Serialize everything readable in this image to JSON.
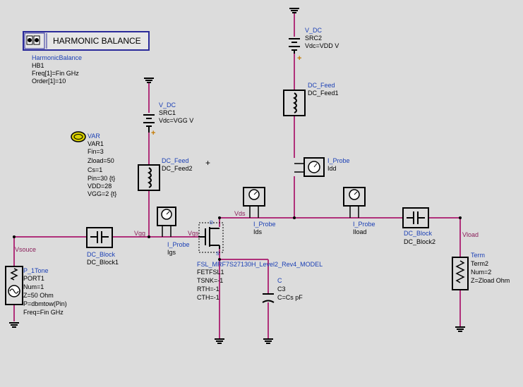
{
  "colors": {
    "background": "#dcdcdc",
    "wire": "#b0307a",
    "component": "#000000",
    "annotation": "#1a3fb5",
    "net_label": "#8a1f5a",
    "plus": "#c47a00"
  },
  "hb_panel": {
    "title": "HARMONIC BALANCE",
    "type_label": "HarmonicBalance",
    "instance": "HB1",
    "params": [
      "Freq[1]=Fin GHz",
      "Order[1]=10"
    ]
  },
  "var_block": {
    "type_label": "VAR",
    "instance": "VAR1",
    "params": [
      "Fin=3",
      "Zload=50",
      "Cs=1",
      "Pin=30 {t}",
      "VDD=28",
      "VGG=2 {t}"
    ]
  },
  "src2": {
    "type_label": "V_DC",
    "instance": "SRC2",
    "value": "Vdc=VDD V"
  },
  "src1": {
    "type_label": "V_DC",
    "instance": "SRC1",
    "value": "Vdc=VGG V"
  },
  "feed1": {
    "type_label": "DC_Feed",
    "instance": "DC_Feed1"
  },
  "feed2": {
    "type_label": "DC_Feed",
    "instance": "DC_Feed2"
  },
  "probe_idd": {
    "type_label": "I_Probe",
    "instance": "Idd"
  },
  "probe_ids": {
    "type_label": "I_Probe",
    "instance": "Ids"
  },
  "probe_iload": {
    "type_label": "I_Probe",
    "instance": "Iload"
  },
  "probe_igs": {
    "type_label": "I_Probe",
    "instance": "Igs"
  },
  "block1": {
    "type_label": "DC_Block",
    "instance": "DC_Block1"
  },
  "block2": {
    "type_label": "DC_Block",
    "instance": "DC_Block2"
  },
  "port1": {
    "type_label": "P_1Tone",
    "instance": "PORT1",
    "params": [
      "Num=1",
      "Z=50 Ohm",
      "P=dbmtow(Pin)",
      "Freq=Fin GHz"
    ]
  },
  "term2": {
    "type_label": "Term",
    "instance": "Term2",
    "params": [
      "Num=2",
      "Z=Zload Ohm"
    ]
  },
  "fet": {
    "model": "FSL_MRF7S27130H_Level2_Rev4_MODEL",
    "instance": "FETFSL1",
    "params": [
      "TSNK=-1",
      "RTH=-1",
      "CTH=-1"
    ],
    "pin_d": "D",
    "pin_s": "S"
  },
  "cap3": {
    "type_label": "C",
    "instance": "C3",
    "value": "C=Cs pF"
  },
  "nets": {
    "vsouce": "Vsouce",
    "vgg": "Vgg",
    "vgs": "Vgs",
    "vds": "Vds",
    "vload": "Vload"
  },
  "plus_sign": "+",
  "cursor": "+"
}
